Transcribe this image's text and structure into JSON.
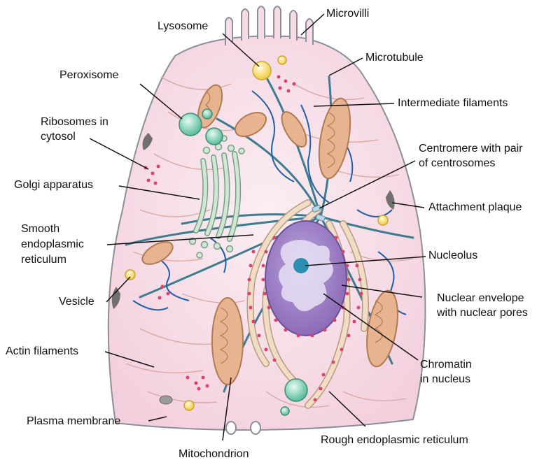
{
  "labels": {
    "microvilli": "Microvilli",
    "lysosome": "Lysosome",
    "microtubule": "Microtubule",
    "peroxisome": "Peroxisome",
    "intermediate_filaments": "Intermediate filaments",
    "ribosomes_line1": "Ribosomes in",
    "ribosomes_line2": "cytosol",
    "centromere_line1": "Centromere with pair",
    "centromere_line2": "of centrosomes",
    "golgi": "Golgi apparatus",
    "attachment_plaque": "Attachment plaque",
    "smooth_er_line1": "Smooth",
    "smooth_er_line2": "endoplasmic",
    "smooth_er_line3": "reticulum",
    "nucleolus": "Nucleolus",
    "vesicle": "Vesicle",
    "nuclear_envelope_line1": "Nuclear envelope",
    "nuclear_envelope_line2": "with nuclear pores",
    "actin_filaments": "Actin filaments",
    "chromatin_line1": "Chromatin",
    "chromatin_line2": "in nucleus",
    "plasma_membrane": "Plasma membrane",
    "rough_er": "Rough endoplasmic reticulum",
    "mitochondrion": "Mitochondrion"
  },
  "colors": {
    "cytoplasm": "#f7dbe6",
    "membrane": "#8a8f98",
    "microtubule": "#3d7b8f",
    "intermediate": "#1f5fa8",
    "actin": "#d9a9a2",
    "mitochondrion": "#e8b48f",
    "nucleus": "#9b7ec4",
    "nucleolus": "#2a8fb0",
    "er": "#f2dcc4",
    "ribosome": "#d9416e",
    "peroxisome": "#7ccfb5",
    "lysosome": "#f7e27a"
  }
}
